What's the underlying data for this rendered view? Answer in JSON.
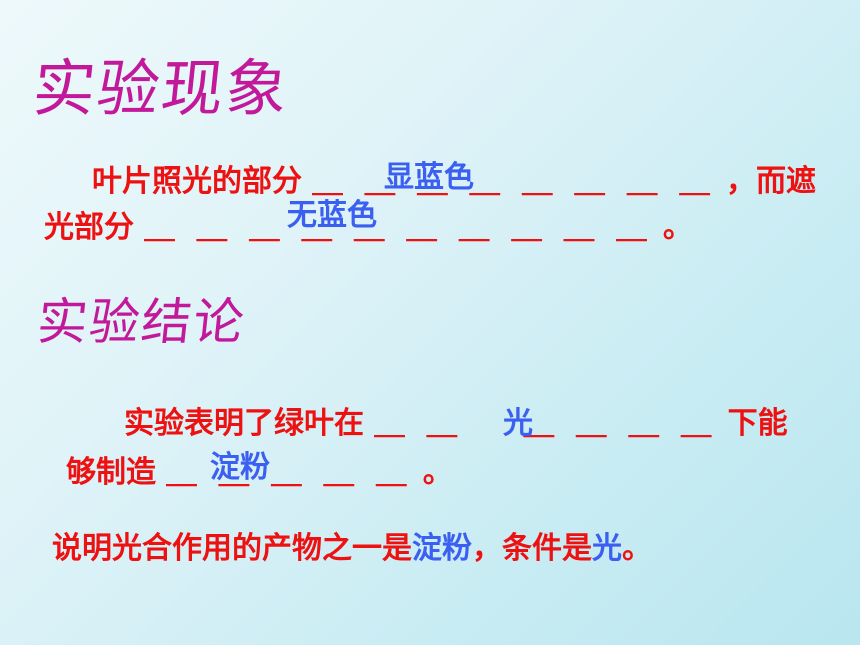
{
  "heading1": "实验现象",
  "heading2": "实验结论",
  "phenomenon": {
    "line1_text": "叶片照光的部分",
    "line1_blank": "＿ ＿ ＿ ＿ ＿ ＿ ＿ ＿",
    "line1_end": "，而遮",
    "line2_text": "光部分",
    "line2_blank": "＿ ＿ ＿ ＿ ＿ ＿ ＿ ＿ ＿ ＿",
    "line2_end": "。",
    "answer1": "显蓝色",
    "answer2": "无蓝色"
  },
  "conclusion": {
    "line1_text": "实验表明了绿叶在",
    "line1_blank_a": "＿ ＿",
    "line1_blank_b": "＿ ＿ ＿ ＿",
    "line1_end": "下能",
    "line2_text": "够制造",
    "line2_blank": "＿ ＿ ＿ ＿ ＿",
    "line2_end": "。",
    "answer1": "光",
    "answer2": "淀粉"
  },
  "summary": {
    "part1": "说明光合作用的产物之一是",
    "product": "淀粉",
    "part2": "，条件是",
    "condition": "光",
    "end": "。"
  }
}
